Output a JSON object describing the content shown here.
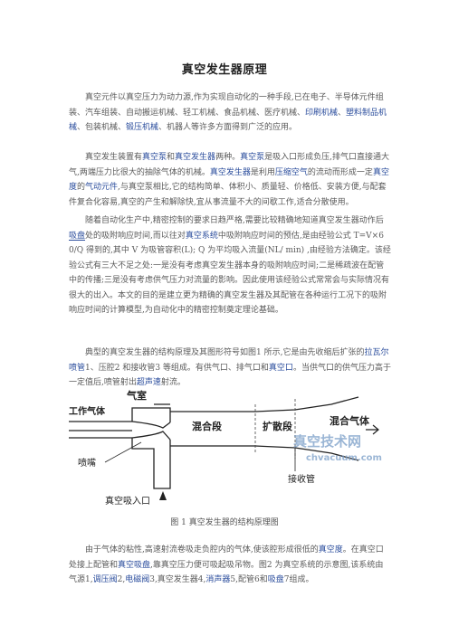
{
  "document": {
    "title": "真空发生器原理",
    "p1": {
      "s1": "真空元件以真空压力为动力源,作为实现自动化的一种手段,已在电子、半导体元件组装、汽车组装、自动搬运机械、轻工机械、食品机械、医疗机械、",
      "l1": "印刷机械",
      "s2": "、",
      "l2": "塑料制品机械",
      "s3": "、包装机械、",
      "l3": "锻压机械",
      "s4": "、机器人等许多方面得到广泛的应用。"
    },
    "p2": {
      "s1": "真空发生装置有",
      "l1": "真空泵",
      "s2": "和",
      "l2": "真空发生器",
      "s3": "两种。",
      "l3": "真空泵",
      "s4": "是吸入口形成负压,排气口直接通大气,两端压力比很大的抽除气体的机械。",
      "l4": "真空发生器",
      "s5": "是利用",
      "l5": "压缩空气",
      "s6": "的流动而形成一定",
      "l6": "真空度",
      "s7": "的",
      "l7": "气动元件",
      "s8": ",与真空泵相比,它的结构简单、体积小、质量轻、价格低、安装方便,与配套件复合化容易,真空的产生和解除快,宜从事流量不大的间歇工作,适合分散使用。"
    },
    "p3": {
      "s1": "随着自动化生产中,精密控制的要求日趋严格,需要比较精确地知道真空发生器动作后",
      "l1": "吸盘",
      "s2": "处的吸附响应时间,而以往对",
      "l2": "真空系统",
      "s3": "中吸附响应时间的预估,是由经验公式 T=V×60/Q 得到的,其中 V 为吸管容积(L); Q 为平均吸入流量(NL/ min) ,由经验方法确定。该经验公式有三大不足之处:一是没有考虑真空发生器本身的吸附响应时间;二是稀疏波在配管中的传播;三是没有考虑供气压力对流量的影响。因此使用该经验公式常常会与实际情况有很大的出入。本文的目的是建立更为精确的真空发生器及其配管在各种运行工况下的吸附响应时间的计算模型,为自动化中的精密控制奠定理论基础。"
    },
    "p4": {
      "s1": "典型的真空发生器的结构原理及其图形符号如图1 所示,它是由先收缩后扩张的",
      "l1": "拉瓦尔喷管",
      "s2": "1、压腔2 和接收管3 等组成。有供气口、排气口和",
      "l2": "真空口",
      "s3": "。当供气口的供气压力高于一定值后,喷管射出",
      "l3": "超声速",
      "s4": "射流。"
    },
    "figure": {
      "caption": "图 1      真空发生器的结构原理图",
      "labels": {
        "gas_chamber": "气室",
        "working_gas": "工作气体",
        "nozzle": "喷嘴",
        "mixing_section": "混合段",
        "diffuser_section": "扩散段",
        "mixed_gas": "混合气体",
        "receiver_tube": "接收管",
        "vacuum_inlet": "真空吸入口"
      },
      "watermark": {
        "cn": "真空技术网",
        "url": "chvacuum.com"
      }
    },
    "p5": {
      "s1": "由于气体的粘性,高速射流卷吸走负腔内的气体,使该腔形成很低的",
      "l1": "真空度",
      "s2": "。在真空口处接上配管和",
      "l2": "真空吸盘",
      "s3": ",靠真空压力便可吸起吸吊物。图2 为真空系统的示意图,该系统由气源1,",
      "l3": "调压阀",
      "s4": "2,",
      "l4": "电磁阀",
      "s5": "3,真空发生器4,",
      "l5": "消声器",
      "s6": "5,配管6和",
      "l6": "吸盘",
      "s7": "7组成。"
    }
  }
}
